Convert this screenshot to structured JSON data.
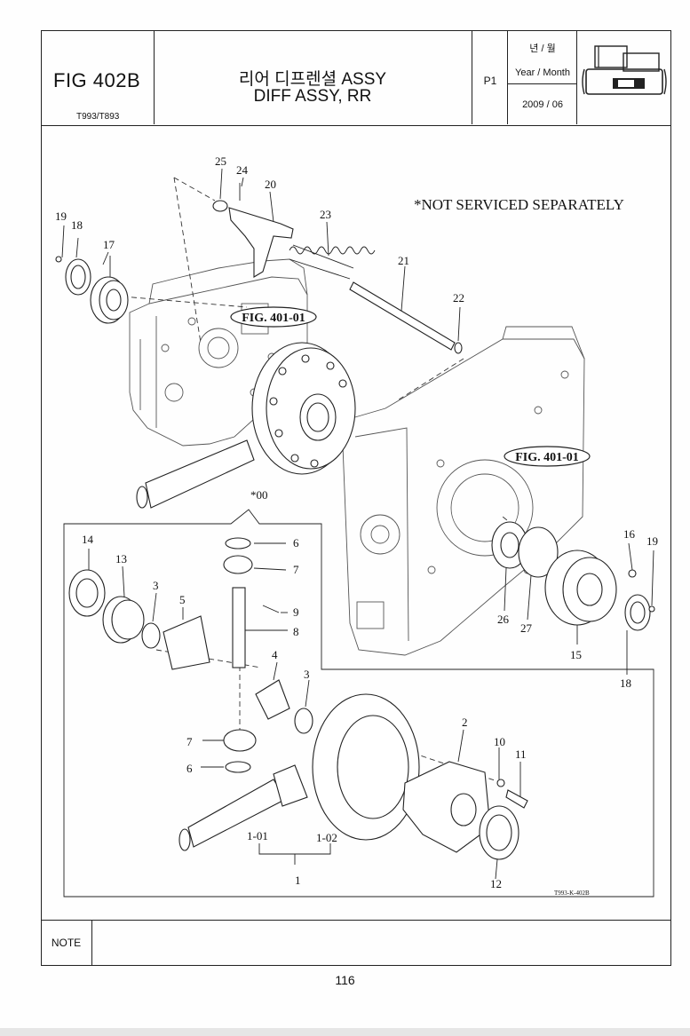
{
  "header": {
    "fig_number": "FIG 402B",
    "model": "T993/T893",
    "title_ko": "리어 디프렌셜 ASSY",
    "title_en": "DIFF ASSY, RR",
    "page_label": "P1",
    "ym_label_ko": "년 / 월",
    "ym_label_en": "Year / Month",
    "date": "2009 / 06",
    "icon": "tractor-icon"
  },
  "diagram": {
    "note": "*NOT SERVICED SEPARATELY",
    "fig_refs": [
      "FIG. 401-01",
      "FIG. 401-01"
    ],
    "drawing_code": "T993-K-402B",
    "callouts": [
      "25",
      "24",
      "20",
      "23",
      "21",
      "22",
      "19",
      "18",
      "17",
      "*00",
      "16",
      "19",
      "26",
      "27",
      "15",
      "18",
      "14",
      "13",
      "3",
      "5",
      "6",
      "7",
      "9",
      "8",
      "4",
      "3",
      "7",
      "6",
      "2",
      "10",
      "11",
      "1-01",
      "1-02",
      "1",
      "12"
    ]
  },
  "footer": {
    "note_label": "NOTE",
    "page_number": "116"
  }
}
